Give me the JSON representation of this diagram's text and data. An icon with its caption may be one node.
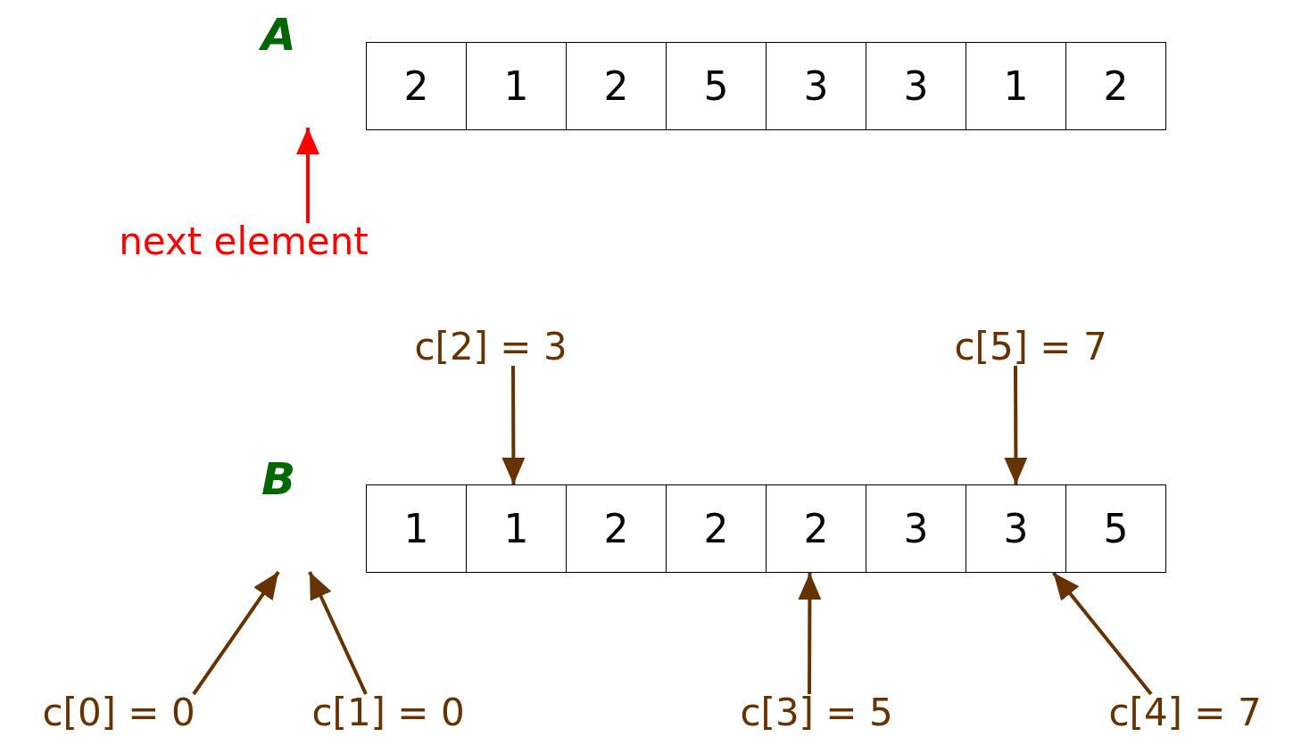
{
  "diagram": {
    "nodes": [
      {
        "text": [
          "2"
        ]
      },
      {
        "text": [
          "1"
        ]
      },
      {
        "text": [
          "2"
        ]
      },
      {
        "text": [
          "5"
        ]
      },
      {
        "text": [
          "3"
        ]
      },
      {
        "text": [
          "3"
        ]
      },
      {
        "text": [
          "1"
        ]
      },
      {
        "text": [
          "2"
        ]
      },
      {
        "text": [
          "1"
        ]
      },
      {
        "text": [
          "1"
        ]
      },
      {
        "text": [
          "2"
        ]
      },
      {
        "text": [
          "2"
        ]
      },
      {
        "text": [
          "2"
        ]
      },
      {
        "text": [
          "3"
        ]
      },
      {
        "text": [
          "3"
        ]
      },
      {
        "text": [
          "5"
        ]
      },
      {
        "text": [
          "next element"
        ]
      },
      {
        "text": [
          "c[2] = 3"
        ]
      },
      {
        "text": [
          "c[5] = 7"
        ]
      },
      {
        "text": [
          "c[0] = 0"
        ]
      },
      {
        "text": [
          "c[1] = 0"
        ]
      },
      {
        "text": [
          "c[3] = 5"
        ]
      },
      {
        "text": [
          "c[4] = 7"
        ]
      }
    ],
    "edges": [
      {
        "from": 16,
        "to": null,
        "arrow": "to",
        "color": "#ff0000"
      },
      {
        "from": 17,
        "to": 9,
        "arrow": "to"
      },
      {
        "from": 18,
        "to": 14,
        "arrow": "to"
      },
      {
        "from": 19,
        "to": null,
        "arrow": "to"
      },
      {
        "from": 20,
        "to": null,
        "arrow": "to"
      },
      {
        "from": 21,
        "to": 12,
        "arrow": "to"
      },
      {
        "from": 22,
        "to": 14,
        "arrow": "to"
      }
    ],
    "labels": [
      "A",
      "B"
    ]
  }
}
